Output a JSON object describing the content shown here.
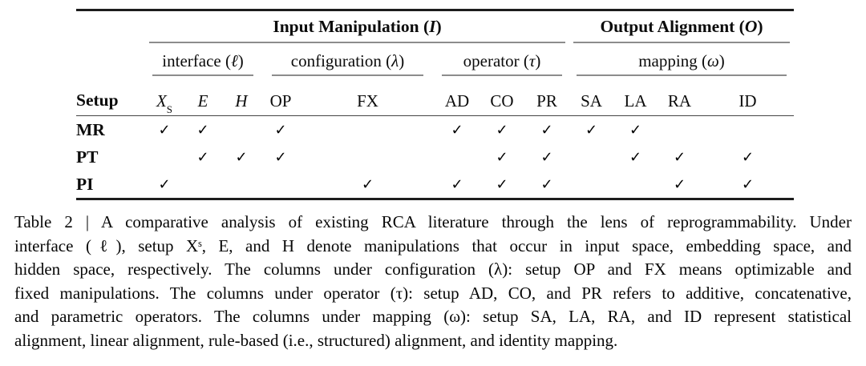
{
  "table": {
    "groups": [
      {
        "pre": "Input Manipulation (",
        "math": "I",
        "post": ")"
      },
      {
        "pre": "Output Alignment (",
        "math": "O",
        "post": ")"
      }
    ],
    "subgroups": [
      {
        "pre": "interface (",
        "math": "ℓ",
        "post": ")"
      },
      {
        "pre": "configuration (",
        "math": "λ",
        "post": ")"
      },
      {
        "pre": "operator (",
        "math": "τ",
        "post": ")"
      },
      {
        "pre": "mapping (",
        "math": "ω",
        "post": ")"
      }
    ],
    "setup_header": "Setup",
    "columns": [
      {
        "base": "X",
        "sup": "S"
      },
      {
        "base": "E"
      },
      {
        "base": "H"
      },
      {
        "base": "OP"
      },
      {
        "base": "FX"
      },
      {
        "base": "AD"
      },
      {
        "base": "CO"
      },
      {
        "base": "PR"
      },
      {
        "base": "SA"
      },
      {
        "base": "LA"
      },
      {
        "base": "RA"
      },
      {
        "base": "ID"
      }
    ],
    "rows": [
      {
        "label": "MR",
        "marks": [
          "✓",
          "✓",
          "",
          "✓",
          "",
          "✓",
          "✓",
          "✓",
          "✓",
          "✓",
          "",
          ""
        ]
      },
      {
        "label": "PT",
        "marks": [
          "",
          "✓",
          "✓",
          "✓",
          "",
          "",
          "✓",
          "✓",
          "",
          "✓",
          "✓",
          "✓"
        ]
      },
      {
        "label": "PI",
        "marks": [
          "✓",
          "",
          "",
          "",
          "✓",
          "✓",
          "✓",
          "✓",
          "",
          "",
          "✓",
          "✓"
        ]
      }
    ]
  },
  "caption": {
    "lines": [
      "Table 2 | A comparative analysis of existing RCA literature through the lens of reprogrammability. Under",
      "interface (ℓ), setup Xˢ, E, and H denote manipulations that occur in input space, embedding space, and",
      "hidden space, respectively. The columns under configuration (λ): setup OP and FX means optimizable and",
      "fixed manipulations. The columns under operator (τ): setup AD, CO, and PR refers to additive, concatenative,",
      "and parametric operators. The columns under mapping (ω): setup SA, LA, RA, and ID represent statistical",
      "alignment, linear alignment, rule-based (i.e., structured) alignment, and identity mapping."
    ]
  }
}
